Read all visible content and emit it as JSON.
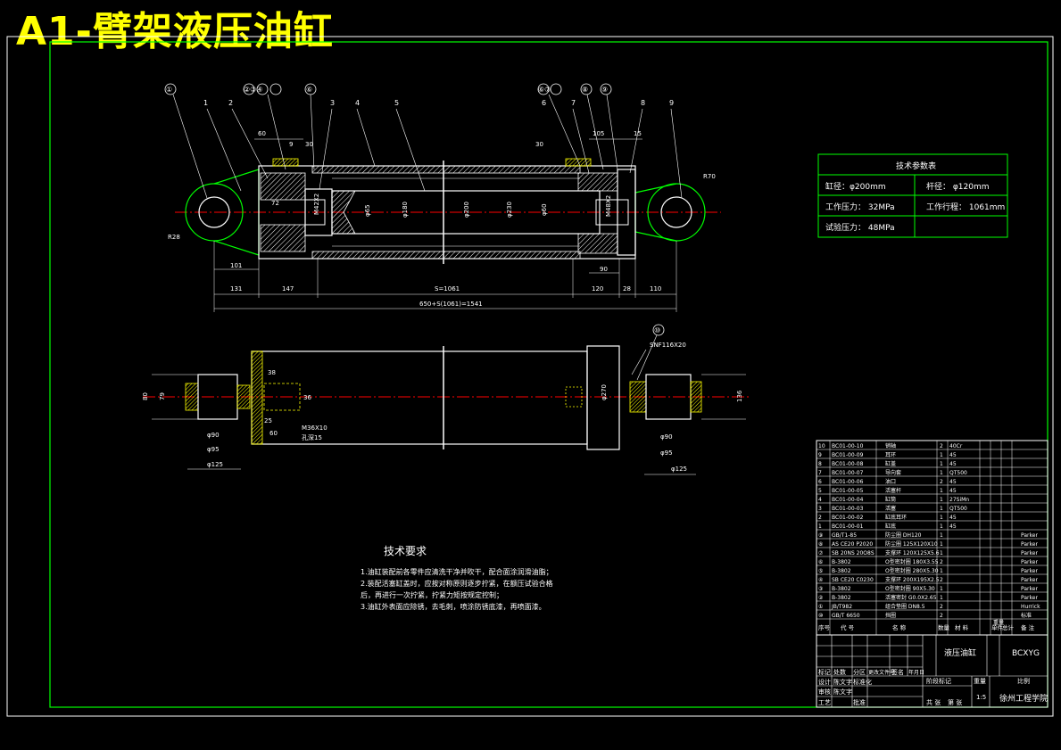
{
  "sheet_title": "A1-臂架液压油缸",
  "balloons_top": [
    "①",
    "②③④",
    "⑥",
    "⑥⑦",
    "⑧",
    "⑨"
  ],
  "part_numbers_top": [
    "1",
    "2",
    "3",
    "4",
    "5",
    "6",
    "7",
    "8",
    "9"
  ],
  "dims_top": {
    "d131": "131",
    "d147": "147",
    "stroke": "S=1061",
    "d120": "120",
    "d28": "28",
    "d110": "110",
    "d101": "101",
    "total": "650+S(1061)=1541",
    "d60": "60",
    "d9": "9",
    "d30a": "30",
    "d105": "105",
    "d15": "15",
    "d30b": "30",
    "d72": "72",
    "d90": "90",
    "r28": "R28",
    "r70": "R70",
    "m42": "M42X2",
    "phi65": "φ65",
    "phi180": "φ180",
    "phi200": "φ200",
    "phi230": "φ230",
    "phi60": "φ60",
    "m48": "M48X2"
  },
  "dims_bottom": {
    "d80l": "80",
    "d79": "79",
    "phi90l": "φ90",
    "phi95l": "φ95",
    "phi125l": "φ125",
    "d38": "38",
    "d36": "36",
    "d25": "25",
    "d60": "60",
    "m36": "M36X10",
    "depth": "孔深15",
    "phi270": "φ270",
    "balloon10": "⑩",
    "thread": "SNF116X20",
    "phi90r": "φ90",
    "phi95r": "φ95",
    "phi125r": "φ125",
    "d136": "136"
  },
  "params_table": {
    "title": "技术参数表",
    "bore": "缸径：φ200mm",
    "rod": "杆径：   φ120mm",
    "pressure": "工作压力：  32MPa",
    "stroke": "工作行程：  1061mm",
    "test": "试验压力：  48MPa"
  },
  "tech_requirements": {
    "title": "技术要求",
    "lines": [
      "1.油缸装配前各零件应清洗干净并吹干，配合面涂润滑油脂；",
      "2.装配活塞缸盖时，应按对称原则逐步拧紧，在额压试验合格",
      "   后，再进行一次拧紧，拧紧力矩按规定控制；",
      "3.油缸外表面应除锈，去毛刺，喷涂防锈底漆，再喷面漆。"
    ]
  },
  "bom_rows": [
    {
      "no": "10",
      "code": "BC01-00-10",
      "name": "销轴",
      "qty": "2",
      "mat": "40Cr",
      "note": ""
    },
    {
      "no": "9",
      "code": "BC01-00-09",
      "name": "耳环",
      "qty": "1",
      "mat": "45",
      "note": ""
    },
    {
      "no": "8",
      "code": "BC01-00-08",
      "name": "缸盖",
      "qty": "1",
      "mat": "45",
      "note": ""
    },
    {
      "no": "7",
      "code": "BC01-00-07",
      "name": "导向套",
      "qty": "1",
      "mat": "QT500",
      "note": ""
    },
    {
      "no": "6",
      "code": "BC01-00-06",
      "name": "油口",
      "qty": "2",
      "mat": "45",
      "note": ""
    },
    {
      "no": "5",
      "code": "BC01-00-05",
      "name": "活塞杆",
      "qty": "1",
      "mat": "45",
      "note": ""
    },
    {
      "no": "4",
      "code": "BC01-00-04",
      "name": "缸筒",
      "qty": "1",
      "mat": "27SiMn",
      "note": ""
    },
    {
      "no": "3",
      "code": "BC01-00-03",
      "name": "活塞",
      "qty": "1",
      "mat": "QT500",
      "note": ""
    },
    {
      "no": "2",
      "code": "BC01-00-02",
      "name": "缸底耳环",
      "qty": "1",
      "mat": "45",
      "note": ""
    },
    {
      "no": "1",
      "code": "BC01-00-01",
      "name": "缸底",
      "qty": "1",
      "mat": "45",
      "note": ""
    },
    {
      "no": "⑨",
      "code": "GB/T1-85",
      "name": "防尘圈 DH120",
      "qty": "1",
      "mat": "",
      "note": "Parker"
    },
    {
      "no": "⑧",
      "code": "AS CE20 P2020",
      "name": "防尘圈 125X120X10",
      "qty": "1",
      "mat": "",
      "note": "Parker"
    },
    {
      "no": "⑦",
      "code": "SB 20NS 20O8S",
      "name": "支撑环 120X125X5.6",
      "qty": "1",
      "mat": "",
      "note": "Parker"
    },
    {
      "no": "⑥",
      "code": "B-3802",
      "name": "O型密封圈 180X3.55",
      "qty": "2",
      "mat": "",
      "note": "Parker"
    },
    {
      "no": "⑤",
      "code": "B-3802",
      "name": "O型密封圈 280X5.30",
      "qty": "1",
      "mat": "",
      "note": "Parker"
    },
    {
      "no": "④",
      "code": "SB CE20 C0230",
      "name": "支撑环 200X195X2.5",
      "qty": "2",
      "mat": "",
      "note": "Parker"
    },
    {
      "no": "③",
      "code": "B-3802",
      "name": "O型密封圈 90X5.30",
      "qty": "1",
      "mat": "",
      "note": "Parker"
    },
    {
      "no": "②",
      "code": "B-3802",
      "name": "活塞密封 G0.0X2.65",
      "qty": "1",
      "mat": "",
      "note": "Parker"
    },
    {
      "no": "①",
      "code": "JB/T982",
      "name": "组合垫圈 DN8.5",
      "qty": "2",
      "mat": "",
      "note": "Hurrick"
    },
    {
      "no": "⑩",
      "code": "GB/T 6650",
      "name": "挡圈",
      "qty": "2",
      "mat": "",
      "note": "标准"
    }
  ],
  "bom_header": {
    "no": "序号",
    "code": "代   号",
    "name": "名   称",
    "qty": "数量",
    "mat": "材   料",
    "unit_wt": "单件",
    "total_wt": "总计",
    "weight": "重量",
    "note": "备   注"
  },
  "title_block": {
    "drawing_name": "液压油缸",
    "drawing_no": "BCXYG",
    "school": "徐州工程学院",
    "scale": "1:5",
    "stage_mark": "阶段标记",
    "weight_label": "重量",
    "ratio_label": "比例",
    "sheets": "共 张",
    "sheet": "第 张",
    "rows": [
      {
        "a": "标记",
        "b": "处数",
        "c": "分区",
        "d": "更改文件号",
        "e": "签名",
        "f": "年月日"
      },
      {
        "a": "设计",
        "b": "陈文字",
        "c": "标准化",
        "d": "",
        "e": "",
        "f": ""
      },
      {
        "a": "审核",
        "b": "陈文字",
        "c": "",
        "d": "",
        "e": "",
        "f": ""
      },
      {
        "a": "工艺",
        "b": "",
        "c": "批准",
        "d": "",
        "e": "",
        "f": ""
      }
    ]
  },
  "colors": {
    "background": "#000000",
    "border": "#00ff00",
    "line": "#ffffff",
    "center": "#ff0000",
    "title": "#ffff00",
    "section_fill": "#ffffff"
  }
}
